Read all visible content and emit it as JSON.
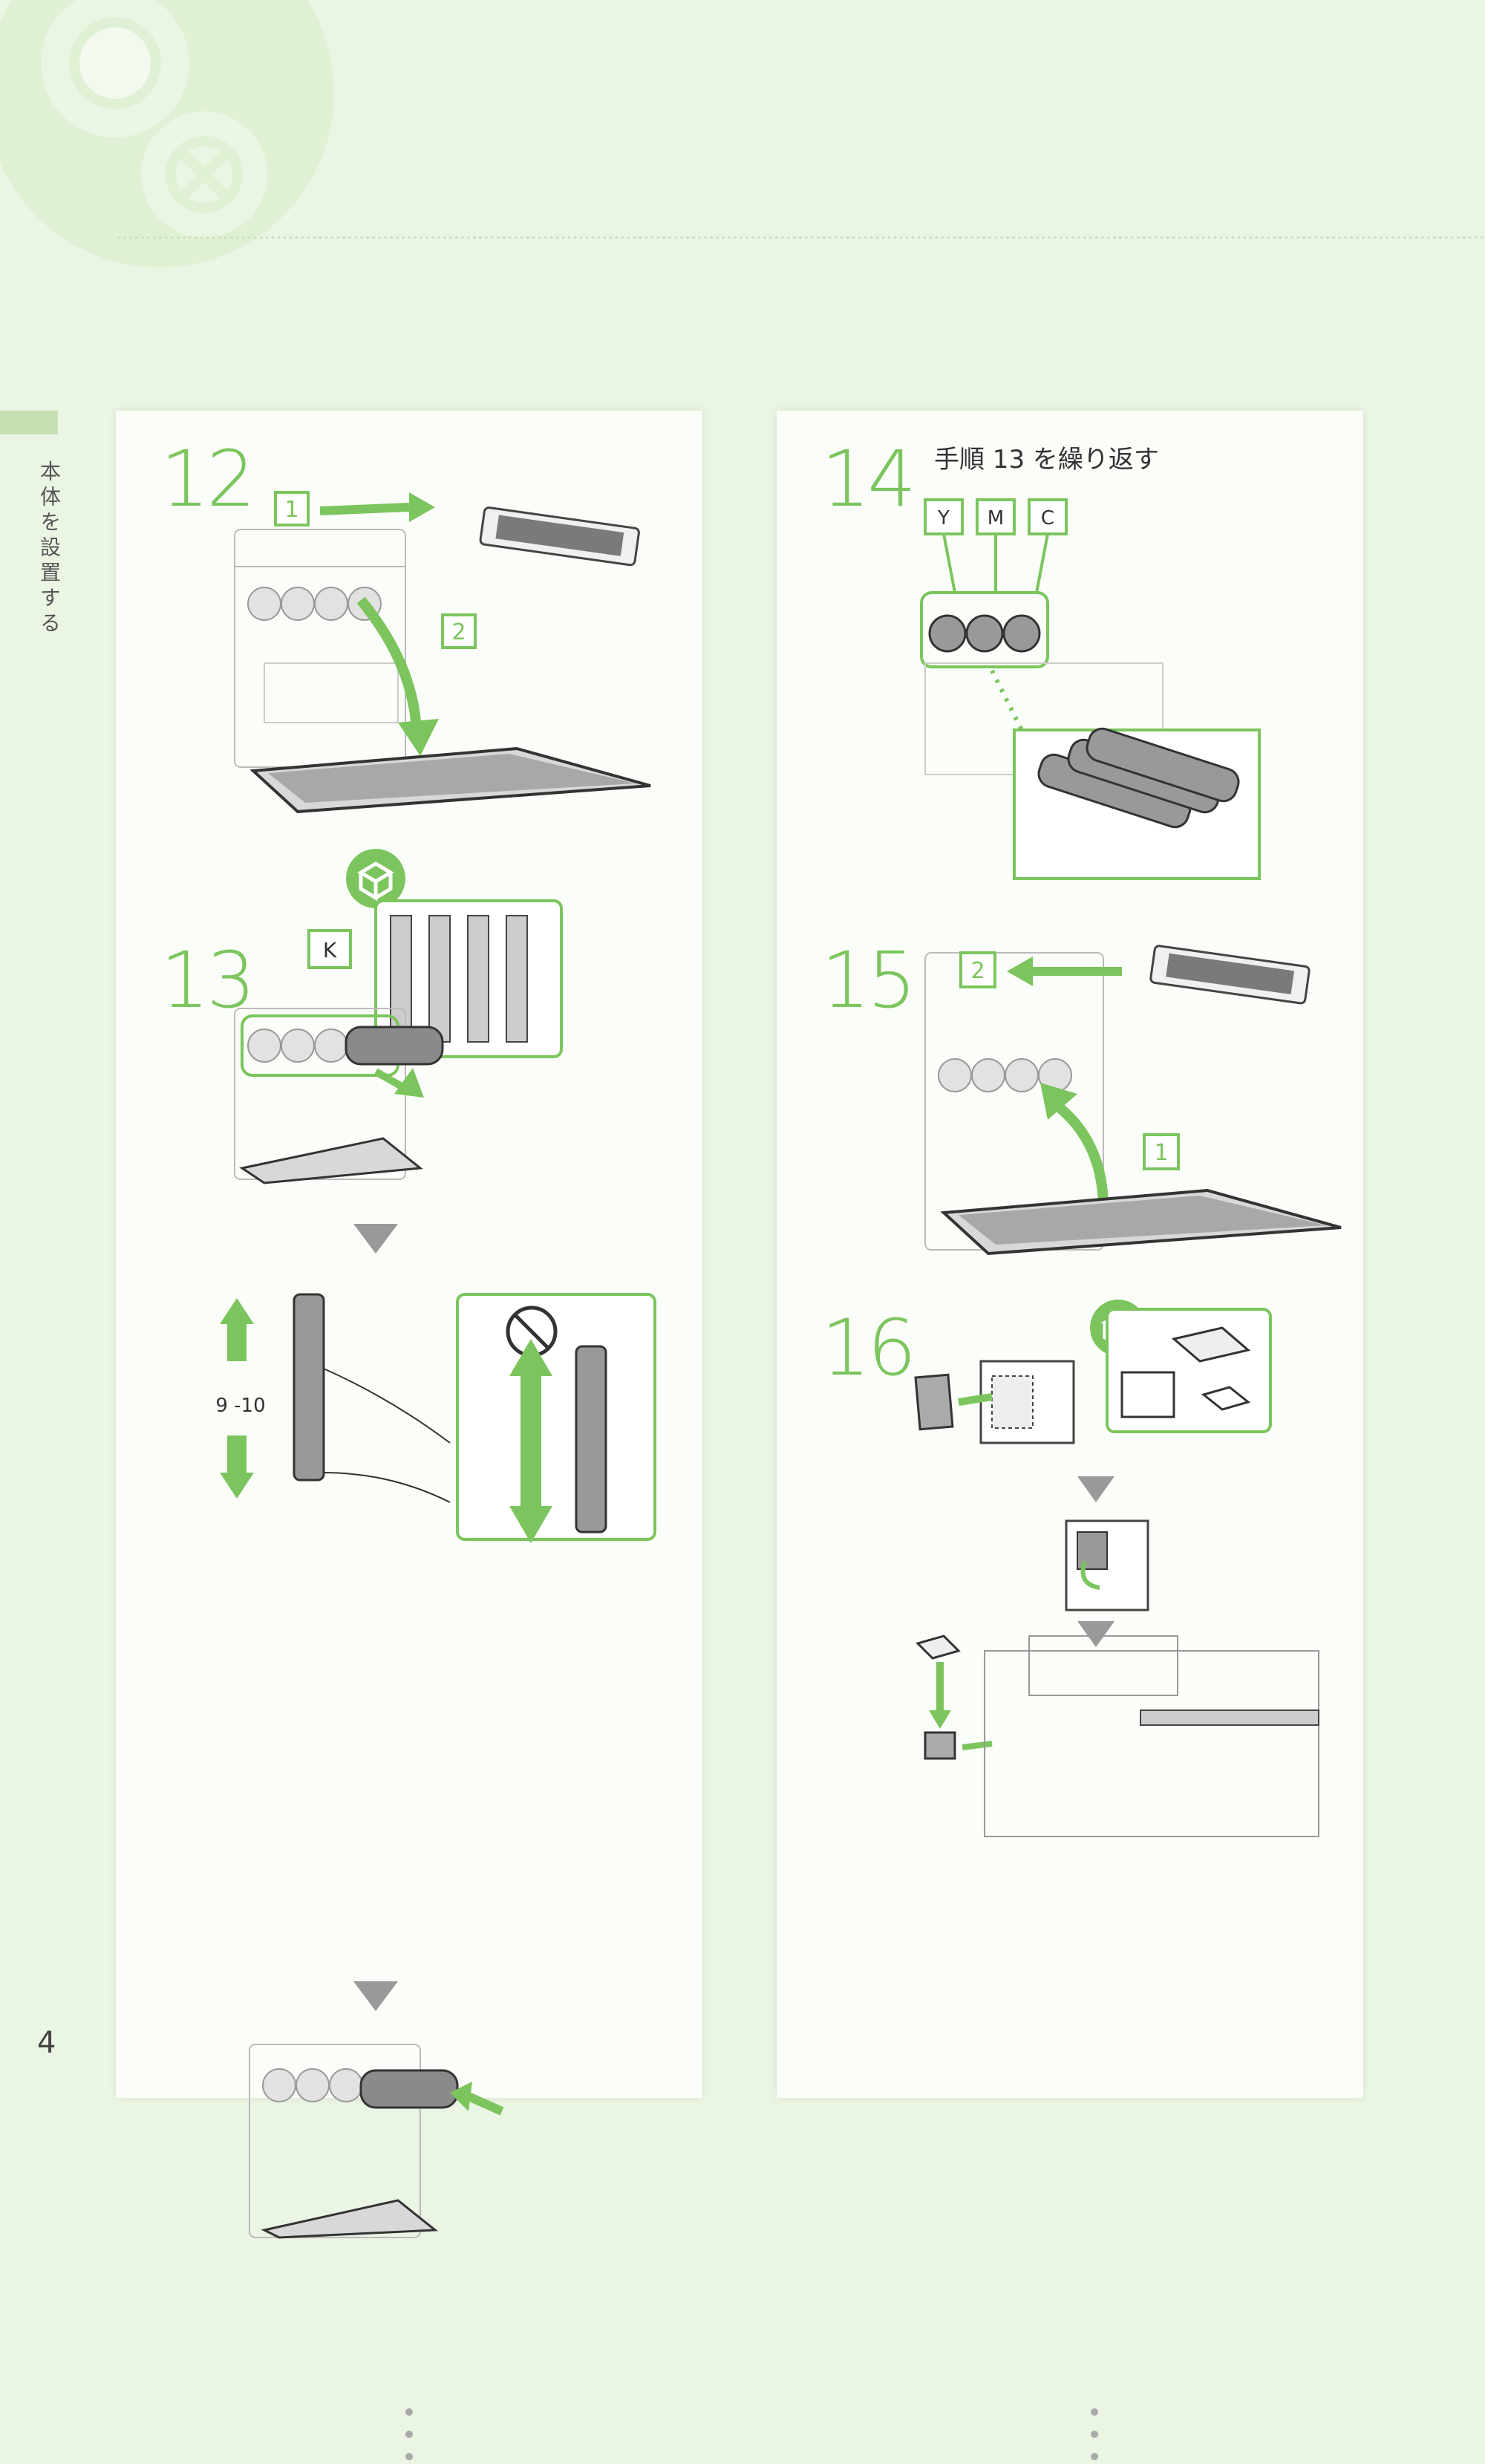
{
  "side_label": "本体を設置する",
  "page_number": "4",
  "steps": [
    {
      "number": "12",
      "callouts": [
        "1",
        "2"
      ]
    },
    {
      "number": "13",
      "toner_label": "K",
      "shake_count": "9 -10"
    },
    {
      "number": "14",
      "instruction": "手順 13 を繰り返す",
      "toner_labels": [
        "Y",
        "M",
        "C"
      ]
    },
    {
      "number": "15",
      "callouts": [
        "2",
        "1"
      ]
    },
    {
      "number": "16"
    }
  ],
  "icons": {
    "accent_color": "#7cc55e",
    "package_icon": "box-package-icon",
    "prohibited_icon": "prohibited-icon",
    "arrow_down": "triangle-down-icon"
  }
}
